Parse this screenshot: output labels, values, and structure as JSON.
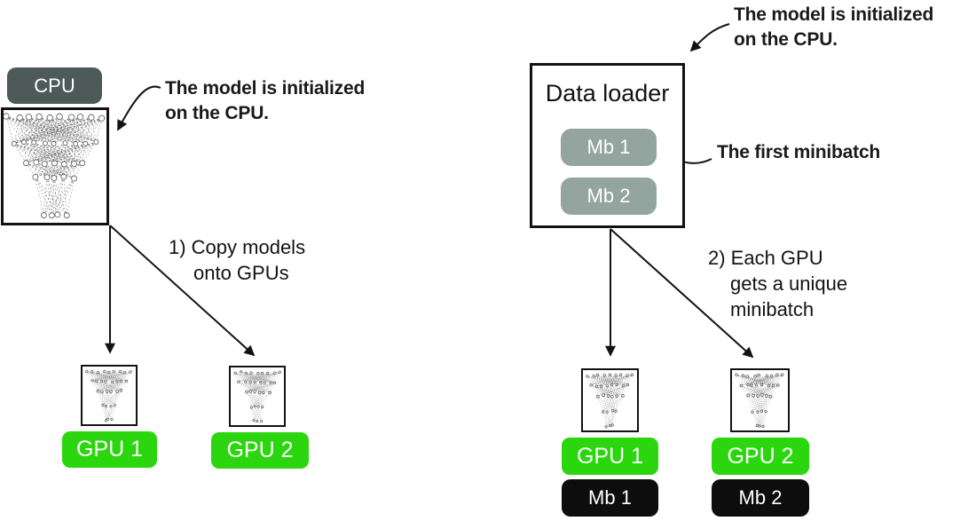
{
  "figure": {
    "left_panel": {
      "cpu_badge": "CPU",
      "annotation_model_init": {
        "line1": "The model is initialized",
        "line2": "on the CPU."
      },
      "step_label": {
        "line1": "1) Copy models",
        "line2": "onto GPUs"
      },
      "gpu1_badge": "GPU 1",
      "gpu2_badge": "GPU 2"
    },
    "right_panel": {
      "annotation_model_init": {
        "line1": "The model is initialized",
        "line2": "on the CPU."
      },
      "data_loader_title": "Data loader",
      "minibatch1_badge": "Mb 1",
      "minibatch2_badge": "Mb 2",
      "annotation_first_minibatch": "The first minibatch",
      "step_label": {
        "line1": "2) Each GPU",
        "line2": "gets a unique",
        "line3": "minibatch"
      },
      "gpu1_badge": "GPU 1",
      "gpu2_badge": "GPU 2",
      "gpu1_minibatch_badge": "Mb 1",
      "gpu2_minibatch_badge": "Mb 2"
    },
    "colors": {
      "gpu_green": "#2bd60e",
      "cpu_slate": "#4d5a58",
      "minibatch_gray": "#94a49e",
      "minibatch_black": "#0d0d0d",
      "line_black": "#121212"
    }
  }
}
